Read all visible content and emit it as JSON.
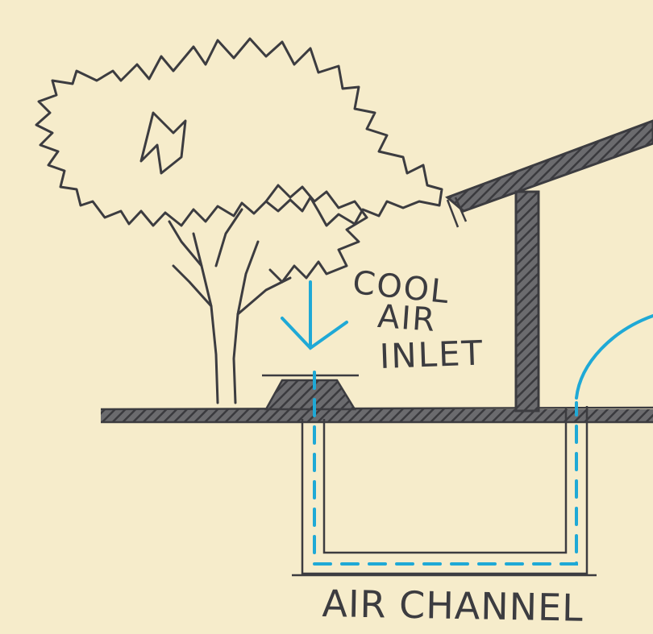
{
  "labels": {
    "cool": "COOL",
    "air": "AIR",
    "inlet": "INLET",
    "channel": "AIR CHANNEL"
  },
  "colors": {
    "paper": "#f6eccb",
    "pencil": "#3c3c40",
    "hatch": "#4a4a4e",
    "airflow": "#1fa9d6"
  }
}
